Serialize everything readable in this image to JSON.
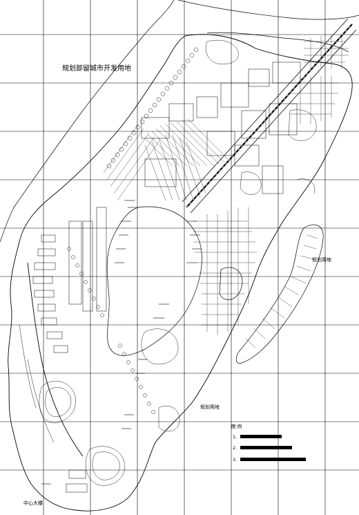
{
  "map": {
    "title": "规划部留城市开发用地",
    "labels": {
      "zone_right": "规划用地",
      "zone_lower_right": "规划用地",
      "town_center": "中心大楼"
    },
    "legend": {
      "heading": "图  例",
      "items": [
        {
          "index": "1."
        },
        {
          "index": "2."
        },
        {
          "index": "3."
        }
      ]
    }
  }
}
